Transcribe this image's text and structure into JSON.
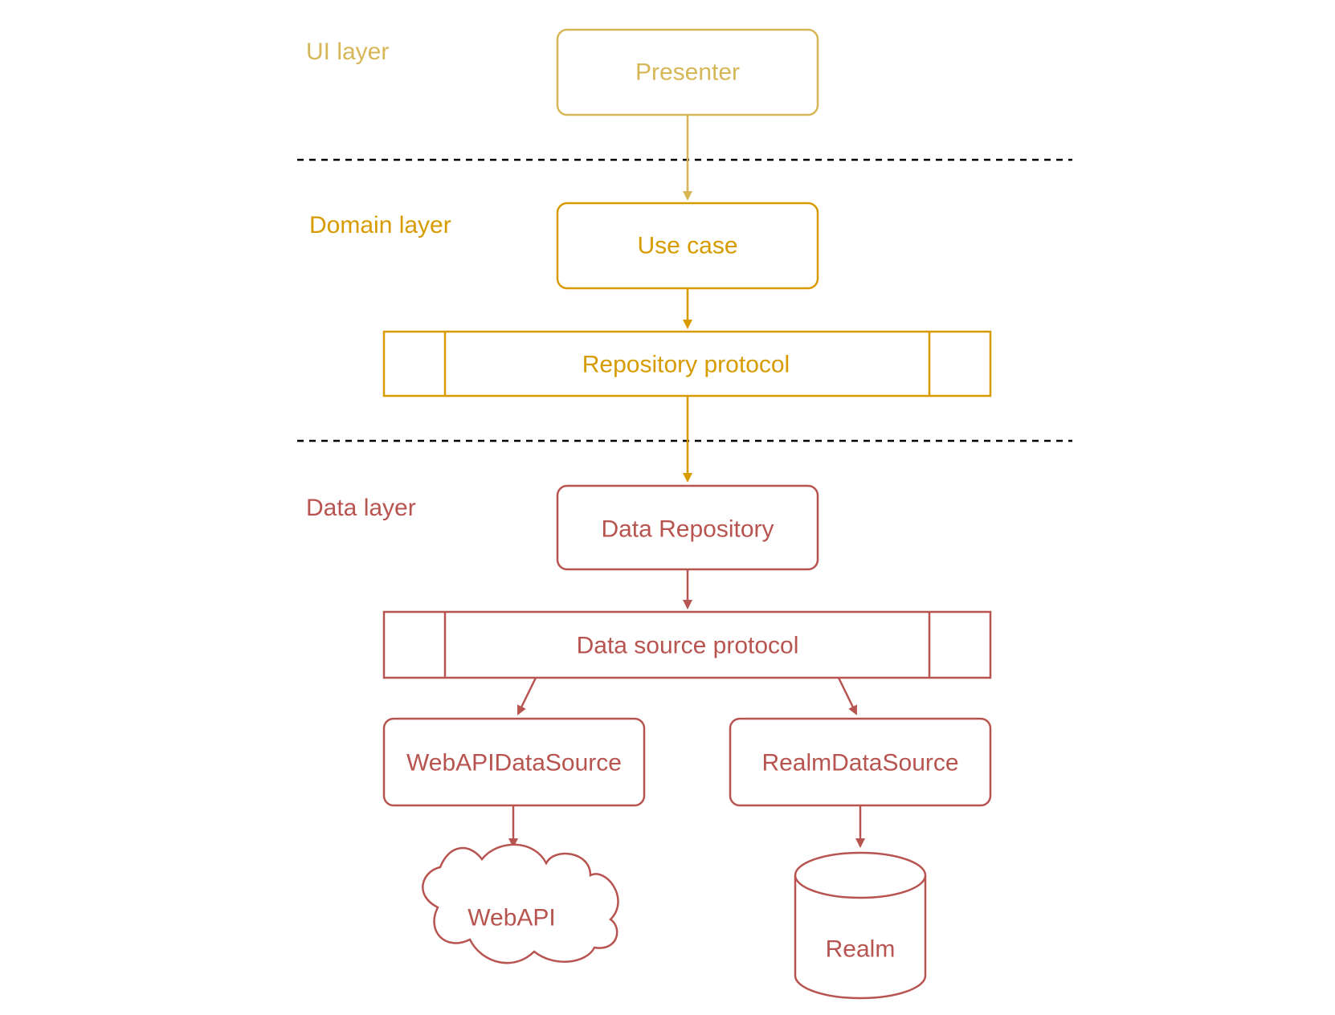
{
  "colors": {
    "ui": "#D6B656",
    "domain": "#D79B00",
    "data": "#B85450",
    "separator": "#000000",
    "background": "#FFFFFF"
  },
  "layers": {
    "ui": "UI layer",
    "domain": "Domain layer",
    "data": "Data layer"
  },
  "nodes": {
    "presenter": "Presenter",
    "use_case": "Use case",
    "repository_protocol": "Repository protocol",
    "data_repository": "Data Repository",
    "data_source_protocol": "Data source protocol",
    "webapi_datasource": "WebAPIDataSource",
    "realm_datasource": "RealmDataSource",
    "webapi": "WebAPI",
    "realm": "Realm"
  },
  "icons": {
    "webapi": "cloud-icon",
    "realm": "database-cylinder-icon"
  }
}
